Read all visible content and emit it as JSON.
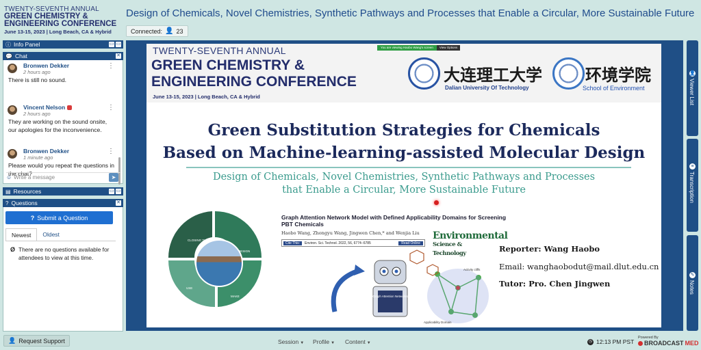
{
  "header": {
    "logo_line1": "TWENTY-SEVENTH ANNUAL",
    "logo_line2": "GREEN CHEMISTRY &",
    "logo_line3": "ENGINEERING CONFERENCE",
    "logo_line4": "June 13-15, 2023 | Long Beach, CA & Hybrid",
    "event_title": "Design of Chemicals, Novel Chemistries, Synthetic Pathways and Processes that Enable a Circular, More Sustainable Future",
    "connected_label": "Connected:",
    "connected_count": "23"
  },
  "panels": {
    "info_panel": "Info Panel",
    "chat": "Chat",
    "resources": "Resources",
    "questions": "Questions"
  },
  "chat": {
    "messages": [
      {
        "name": "Bronwen Dekker",
        "time": "2 hours ago",
        "text": "There is still no sound."
      },
      {
        "name": "Vincent Nelson",
        "time": "2 hours ago",
        "text": "They are working on the sound onsite, our apologies for the inconvenience."
      },
      {
        "name": "Bronwen Dekker",
        "time": "1 minute ago",
        "text": "Please would you repeat the questions in the chat?"
      }
    ],
    "input_placeholder": "Write a message"
  },
  "questions": {
    "submit_label": "Submit a Question",
    "tabs": [
      "Newest",
      "Oldest"
    ],
    "empty_text": "There are no questions available for attendees to view at this time."
  },
  "slide": {
    "share_notice": "You are viewing Haobo Wang's screen",
    "view_options": "View Options",
    "conf_line1": "TWENTY-SEVENTH ANNUAL",
    "conf_line2": "GREEN CHEMISTRY &",
    "conf_line3": "ENGINEERING CONFERENCE",
    "conf_line4": "June 13-15, 2023 | Long Beach, CA & Hybrid",
    "university_cn": "大连理工大学",
    "university_en": "Dalian University Of Technology",
    "school_cn": "环境学院",
    "school_en": "School of Environment",
    "title_line1": "Green Substitution Strategies for Chemicals",
    "title_line2": "Based on Machine-learning-assisted Molecular Design",
    "subtitle_line1": "Design of Chemicals, Novel Chemistries, Synthetic Pathways and Processes",
    "subtitle_line2": "that Enable a Circular, More Sustainable Future",
    "wheel_labels": [
      "CLOSING THE LOOP",
      "DESIGN",
      "MAKE",
      "USE"
    ],
    "paper_title": "Graph Attention Network Model with Defined Applicability Domains for Screening PBT Chemicals",
    "paper_authors": "Haobo Wang, Zhongyu Wang, Jingwen Chen,* and Wenjia Liu",
    "cite_label": "Cite This:",
    "cite_text": "Environ. Sci. Technol. 2022, 56, 6774−6785",
    "read_online": "Read Online",
    "journal_line1": "Environmental",
    "journal_line2": "Science & Technology",
    "diagram_labels": [
      "Graph Attention Networks",
      "Activity cliffs",
      "Applicability Domain"
    ],
    "reporter": "Reporter: Wang Haobo",
    "email": "Email: wanghaobodut@mail.dlut.edu.cn",
    "tutor": "Tutor: Pro. Chen Jingwen"
  },
  "rails": {
    "viewer_list": "Viewer List",
    "transcription": "Transcription",
    "notes": "Notes"
  },
  "footer": {
    "request_support": "Request Support",
    "menu_session": "Session",
    "menu_profile": "Profile",
    "menu_content": "Content",
    "time": "12:13 PM PST",
    "powered_by": "Powered By",
    "brand_a": "BROADCAST",
    "brand_b": "MED"
  },
  "colors": {
    "background": "#cfe6e3",
    "panel_header": "#1f4f86",
    "accent_button": "#1f6fd1",
    "teal_text": "#3a9b8d"
  }
}
